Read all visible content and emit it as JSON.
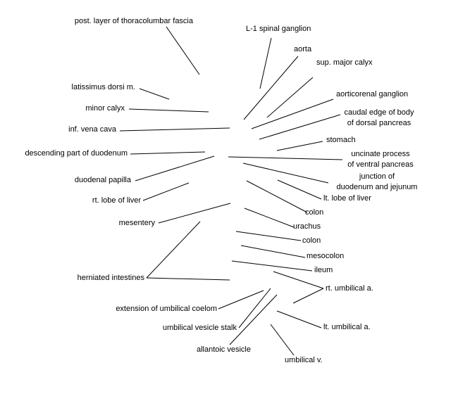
{
  "labels": {
    "post_layer_thoracolumbar_fascia": "post. layer of thoracolumbar fascia",
    "latissimus_dorsi": "latissimus dorsi m.",
    "minor_calyx": "minor calyx",
    "inf_vena_cava": "inf. vena cava",
    "descending_duodenum": "descending part of duodenum",
    "duodenal_papilla": "duodenal papilla",
    "rt_lobe_liver": "rt. lobe of liver",
    "mesentery": "mesentery",
    "herniated_intestines": "herniated intestines",
    "extension_umbilical_coelom": "extension of umbilical coelom",
    "umbilical_vesicle_stalk": "umbilical vesicle stalk",
    "allantoic_vesicle": "allantoic vesicle",
    "l1_spinal_ganglion": "L-1 spinal ganglion",
    "aorta": "aorta",
    "sup_major_calyx": "sup. major calyx",
    "aorticorenal_ganglion": "aorticorenal ganglion",
    "caudal_edge_pancreas_1": "caudal edge of body",
    "caudal_edge_pancreas_2": "of dorsal pancreas",
    "stomach": "stomach",
    "uncinate_process_1": "uncinate process",
    "uncinate_process_2": "of ventral pancreas",
    "junction_duodenum_jejunum_1": "junction of",
    "junction_duodenum_jejunum_2": "duodenum and jejunum",
    "lt_lobe_liver": "lt. lobe of liver",
    "colon_upper": "colon",
    "urachus": "urachus",
    "colon_lower": "colon",
    "mesocolon": "mesocolon",
    "ileum": "ileum",
    "rt_umbilical_a": "rt. umbilical a.",
    "lt_umbilical_a": "lt. umbilical a.",
    "umbilical_v": "umbilical v."
  }
}
